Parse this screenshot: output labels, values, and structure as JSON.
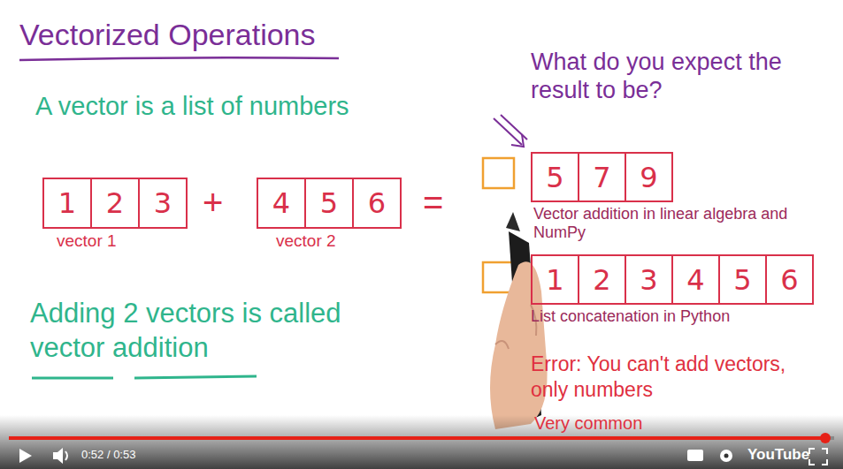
{
  "diagram": {
    "title": "Vectorized Operations",
    "nodes": [
      {
        "text": [
          "vector 1"
        ]
      },
      {
        "text": [
          "1"
        ],
        "in": 0
      },
      {
        "text": [
          "2"
        ],
        "in": 0
      },
      {
        "text": [
          "3"
        ],
        "in": 0
      },
      {
        "text": [
          "vector 2"
        ]
      },
      {
        "text": [
          "4"
        ],
        "in": 4
      },
      {
        "text": [
          "5"
        ],
        "in": 4
      },
      {
        "text": [
          "6"
        ],
        "in": 4
      },
      {
        "text": [
          "Vector addition in linear algebra and NumPy"
        ]
      },
      {
        "text": [
          "5"
        ],
        "in": 8
      },
      {
        "text": [
          "7"
        ],
        "in": 8
      },
      {
        "text": [
          "9"
        ],
        "in": 8
      },
      {
        "text": [
          "List concatenation in Python"
        ]
      },
      {
        "text": [
          "1"
        ],
        "in": 12
      },
      {
        "text": [
          "2"
        ],
        "in": 12
      },
      {
        "text": [
          "3"
        ],
        "in": 12
      },
      {
        "text": [
          "4"
        ],
        "in": 12
      },
      {
        "text": [
          "5"
        ],
        "in": 12
      },
      {
        "text": [
          "6"
        ],
        "in": 12
      }
    ],
    "labels": [
      "A vector is a list of numbers",
      "+",
      "=",
      "Adding 2 vectors is called vector addition",
      "What do you expect the result to be?",
      "Error: You can't add vectors, only numbers",
      "Very common",
      "0:52 / 0:53",
      "YouTube"
    ]
  }
}
